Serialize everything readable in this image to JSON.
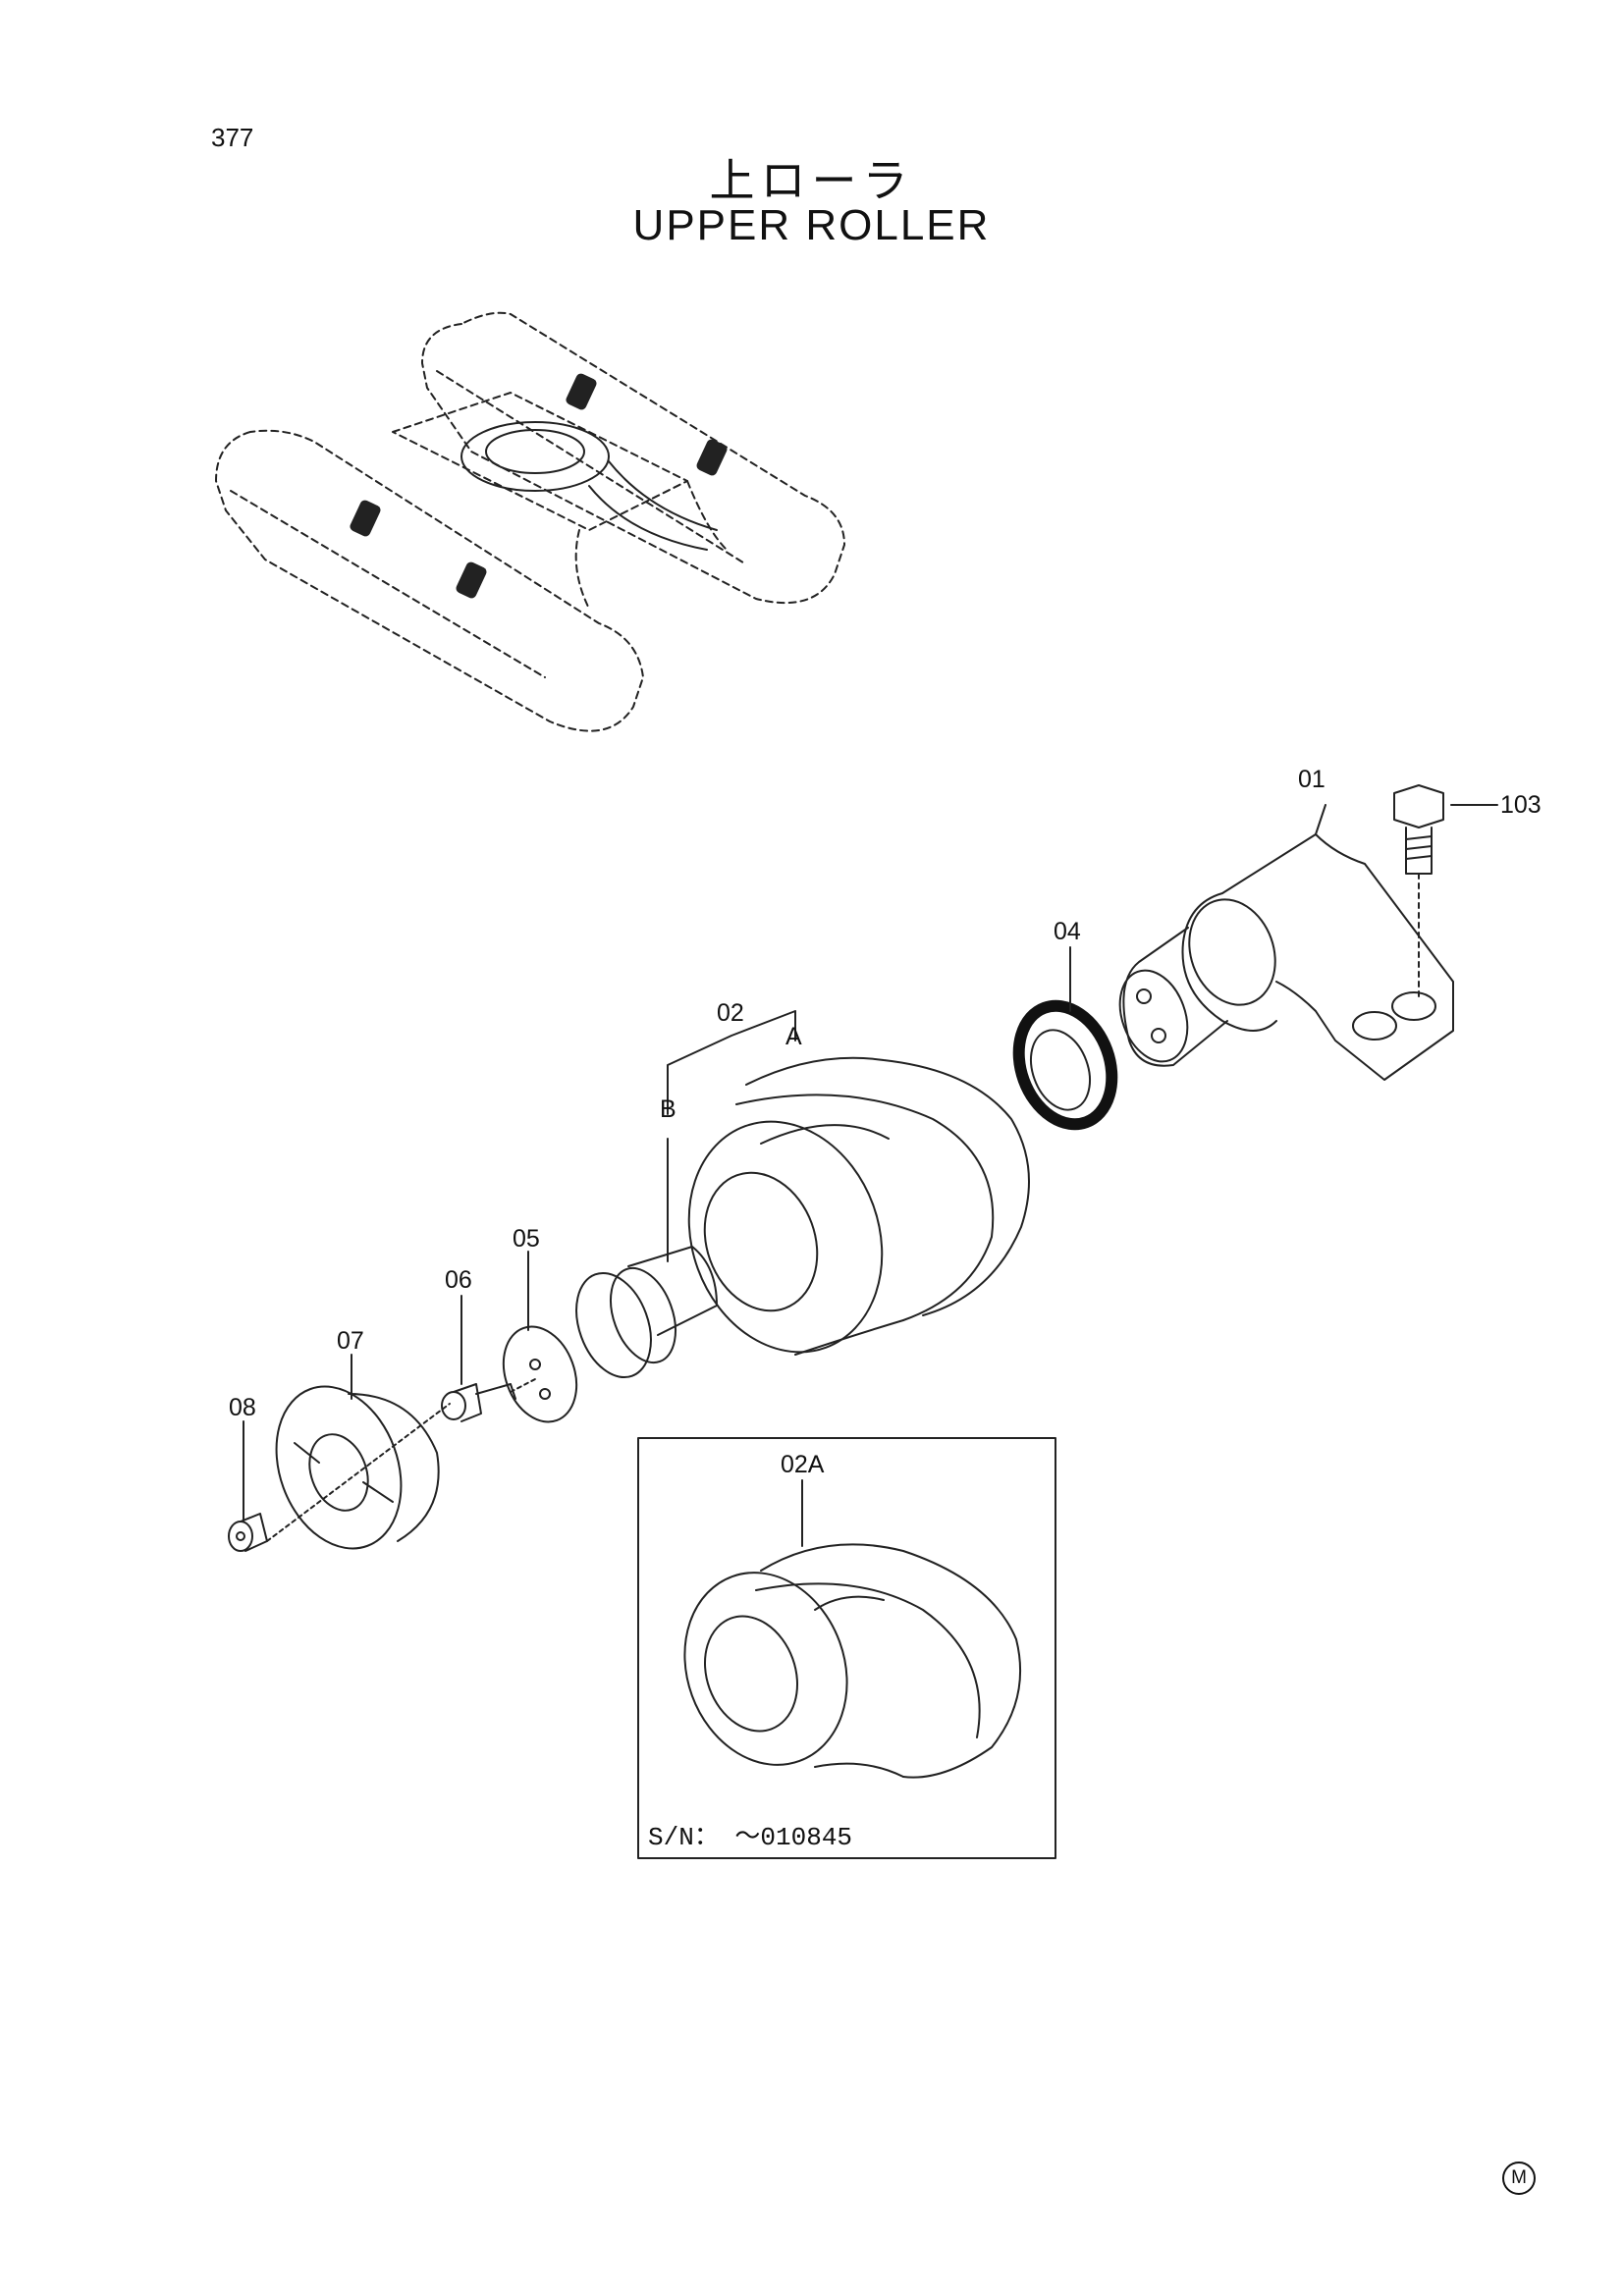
{
  "page": {
    "number": "377"
  },
  "title": {
    "japanese": "上ローラ",
    "english": "UPPER ROLLER"
  },
  "callouts": {
    "p01": "01",
    "p103": "103",
    "p04": "04",
    "p02": "02",
    "pA": "A",
    "pB": "B",
    "p05": "05",
    "p06": "06",
    "p07": "07",
    "p08": "08"
  },
  "inset": {
    "label": "02A",
    "serial": "S/N： ～010845"
  },
  "footer": {
    "mark": "M"
  }
}
